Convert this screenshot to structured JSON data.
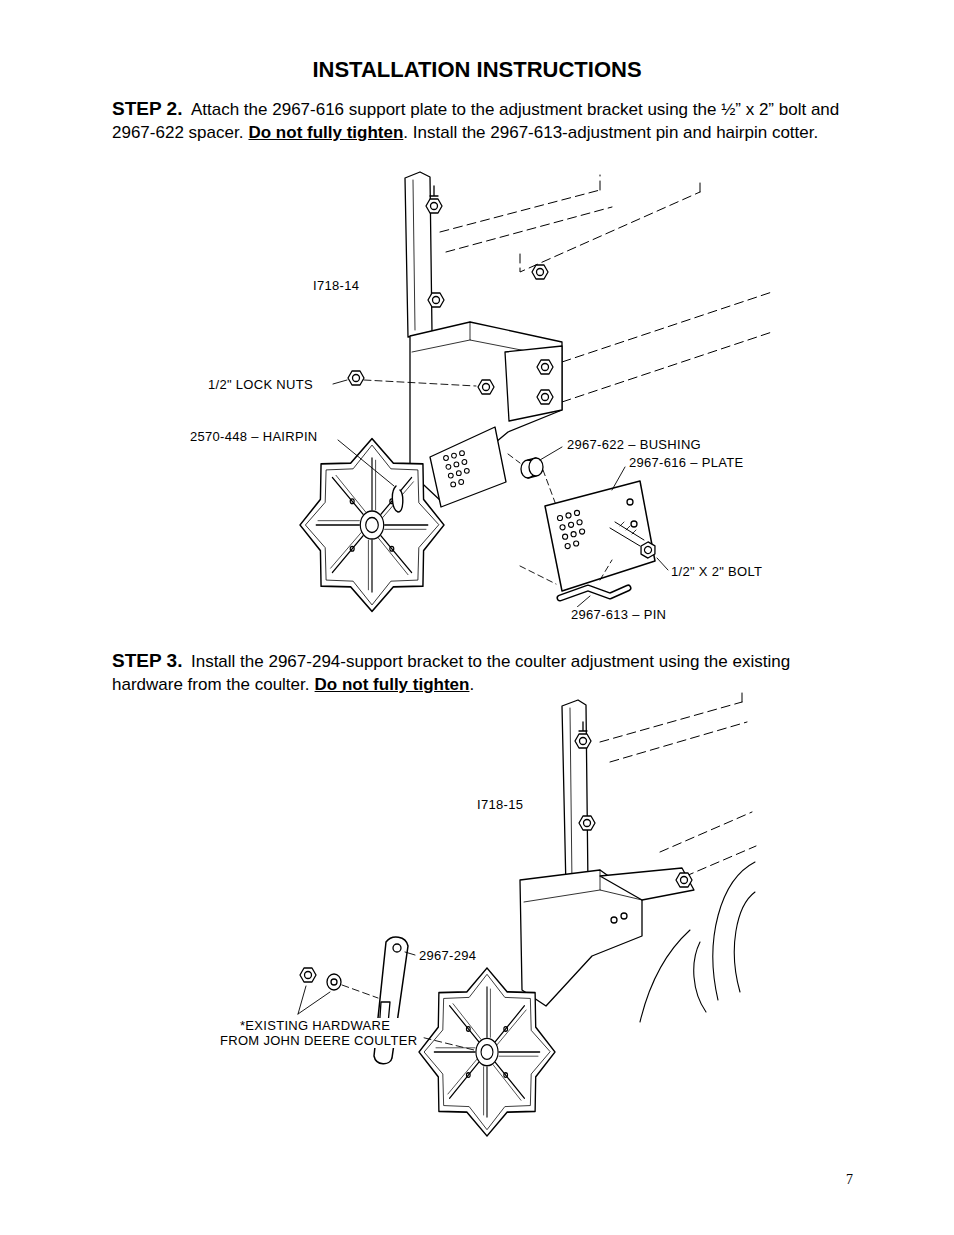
{
  "diagram": {
    "title": "INSTALLATION INSTRUCTIONS",
    "labels": [
      "STEP 2.",
      "Attach the 2967-616 support plate to the adjustment bracket using the ½” x 2” bolt and 2967-622 spacer.",
      "Do not fully tighten",
      ".  Install the 2967-613-adjustment pin and hairpin cotter.",
      "I718-14",
      "1/2\" LOCK NUTS",
      "2570-448 – HAIRPIN",
      "2967-622 – BUSHING",
      "2967-616 – PLATE",
      "1/2\" X 2\" BOLT",
      "2967-613 – PIN",
      "STEP 3.",
      "Install the 2967-294-support bracket to the coulter adjustment using the existing hardware from the coulter.",
      "Do not fully tighten",
      ".",
      "I718-15",
      "2967-294",
      "*EXISTING HARDWARE FROM JOHN DEERE COULTER",
      "7"
    ]
  }
}
